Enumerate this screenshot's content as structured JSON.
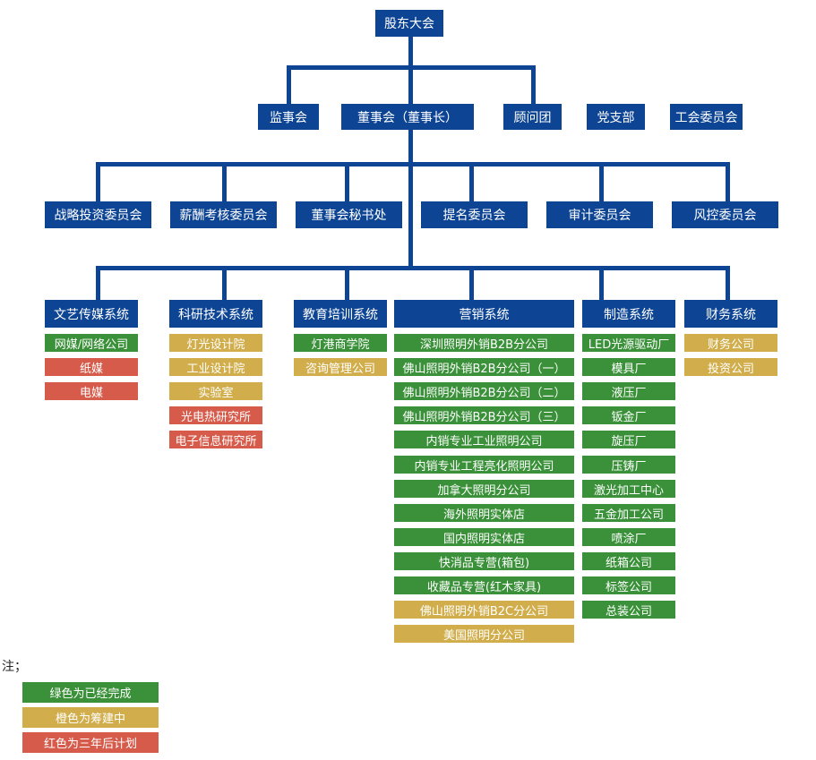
{
  "colors": {
    "blue": "#0d4594",
    "green": "#3a9139",
    "gold": "#d1ae4b",
    "red": "#d65b4b"
  },
  "top": {
    "label": "股东大会"
  },
  "level2": [
    {
      "label": "监事会"
    },
    {
      "label": "董事会（董事长）"
    },
    {
      "label": "顾问团"
    },
    {
      "label": "党支部"
    },
    {
      "label": "工会委员会"
    }
  ],
  "committees": [
    {
      "label": "战略投资委员会"
    },
    {
      "label": "薪酬考核委员会"
    },
    {
      "label": "董事会秘书处"
    },
    {
      "label": "提名委员会"
    },
    {
      "label": "审计委员会"
    },
    {
      "label": "风控委员会"
    }
  ],
  "systems": [
    {
      "label": "文艺传媒系统",
      "items": [
        {
          "label": "网媒/网络公司",
          "status": "green"
        },
        {
          "label": "纸媒",
          "status": "red"
        },
        {
          "label": "电媒",
          "status": "red"
        }
      ]
    },
    {
      "label": "科研技术系统",
      "items": [
        {
          "label": "灯光设计院",
          "status": "gold"
        },
        {
          "label": "工业设计院",
          "status": "gold"
        },
        {
          "label": "实验室",
          "status": "gold"
        },
        {
          "label": "光电热研究所",
          "status": "red"
        },
        {
          "label": "电子信息研究所",
          "status": "red"
        }
      ]
    },
    {
      "label": "教育培训系统",
      "items": [
        {
          "label": "灯港商学院",
          "status": "green"
        },
        {
          "label": "咨询管理公司",
          "status": "gold"
        }
      ]
    },
    {
      "label": "营销系统",
      "items": [
        {
          "label": "深圳照明外销B2B分公司",
          "status": "green"
        },
        {
          "label": "佛山照明外销B2B分公司（一）",
          "status": "green"
        },
        {
          "label": "佛山照明外销B2B分公司（二）",
          "status": "green"
        },
        {
          "label": "佛山照明外销B2B分公司（三）",
          "status": "green"
        },
        {
          "label": "内销专业工业照明公司",
          "status": "green"
        },
        {
          "label": "内销专业工程亮化照明公司",
          "status": "green"
        },
        {
          "label": "加拿大照明分公司",
          "status": "green"
        },
        {
          "label": "海外照明实体店",
          "status": "green"
        },
        {
          "label": "国内照明实体店",
          "status": "green"
        },
        {
          "label": "快消品专营(箱包)",
          "status": "green"
        },
        {
          "label": "收藏品专营(红木家具)",
          "status": "green"
        },
        {
          "label": "佛山照明外销B2C分公司",
          "status": "gold"
        },
        {
          "label": "美国照明分公司",
          "status": "gold"
        }
      ]
    },
    {
      "label": "制造系统",
      "items": [
        {
          "label": "LED光源驱动厂",
          "status": "green"
        },
        {
          "label": "模具厂",
          "status": "green"
        },
        {
          "label": "液压厂",
          "status": "green"
        },
        {
          "label": "钣金厂",
          "status": "green"
        },
        {
          "label": "旋压厂",
          "status": "green"
        },
        {
          "label": "压铸厂",
          "status": "green"
        },
        {
          "label": "激光加工中心",
          "status": "green"
        },
        {
          "label": "五金加工公司",
          "status": "green"
        },
        {
          "label": "喷涂厂",
          "status": "green"
        },
        {
          "label": "纸箱公司",
          "status": "green"
        },
        {
          "label": "标签公司",
          "status": "green"
        },
        {
          "label": "总装公司",
          "status": "green"
        }
      ]
    },
    {
      "label": "财务系统",
      "items": [
        {
          "label": "财务公司",
          "status": "gold"
        },
        {
          "label": "投资公司",
          "status": "gold"
        }
      ]
    }
  ],
  "legend": {
    "title": "注；",
    "items": [
      {
        "label": "绿色为已经完成",
        "status": "green"
      },
      {
        "label": "橙色为筹建中",
        "status": "gold"
      },
      {
        "label": "红色为三年后计划",
        "status": "red"
      }
    ]
  }
}
